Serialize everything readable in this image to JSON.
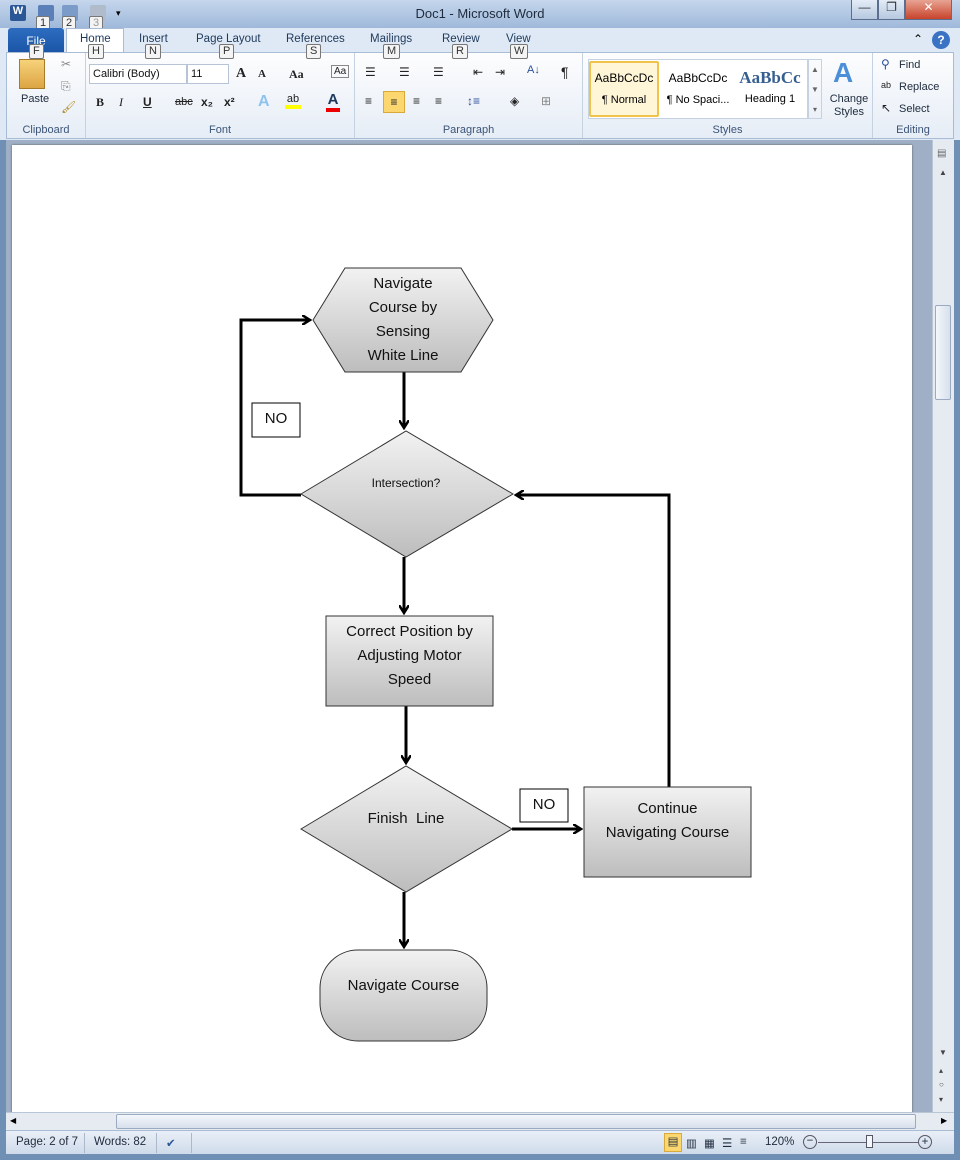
{
  "window": {
    "title": "Doc1  -  Microsoft Word",
    "qat_keytips": [
      "1",
      "2",
      "3"
    ],
    "minimize": "—",
    "restore": "❐",
    "close": "✕"
  },
  "tabs": [
    {
      "label": "File",
      "key": "F"
    },
    {
      "label": "Home",
      "key": "H"
    },
    {
      "label": "Insert",
      "key": "N"
    },
    {
      "label": "Page Layout",
      "key": "P"
    },
    {
      "label": "References",
      "key": "S"
    },
    {
      "label": "Mailings",
      "key": "M"
    },
    {
      "label": "Review",
      "key": "R"
    },
    {
      "label": "View",
      "key": "W"
    }
  ],
  "ribbon": {
    "clipboard": {
      "label": "Clipboard",
      "paste": "Paste"
    },
    "font": {
      "label": "Font",
      "name": "Calibri (Body)",
      "size": "11",
      "grow": "A",
      "shrink": "A",
      "case": "Aa",
      "bold": "B",
      "italic": "I",
      "underline": "U",
      "strike": "abc",
      "sub": "x₂",
      "sup": "x²",
      "highlight": "ab",
      "color": "A"
    },
    "paragraph": {
      "label": "Paragraph",
      "pilcrow": "¶"
    },
    "styles": {
      "label": "Styles",
      "items": [
        {
          "preview": "AaBbCcDc",
          "name": "¶ Normal"
        },
        {
          "preview": "AaBbCcDc",
          "name": "¶ No Spaci..."
        },
        {
          "preview": "AaBbCc",
          "name": "Heading 1"
        }
      ],
      "change": "Change Styles"
    },
    "editing": {
      "label": "Editing",
      "find": "Find",
      "replace": "Replace",
      "select": "Select"
    }
  },
  "flowchart": {
    "start": [
      "Navigate",
      "Course by",
      "Sensing",
      "White Line"
    ],
    "decision1": "Intersection?",
    "no1": "NO",
    "process1": [
      "Correct Position by",
      "Adjusting Motor",
      "Speed"
    ],
    "decision2": "Finish  Line",
    "no2": "NO",
    "process2": [
      "Continue",
      "Navigating Course"
    ],
    "end": "Navigate Course"
  },
  "status": {
    "page": "Page: 2 of 7",
    "words": "Words: 82",
    "zoom": "120%",
    "zoom_value_percent": 120
  }
}
